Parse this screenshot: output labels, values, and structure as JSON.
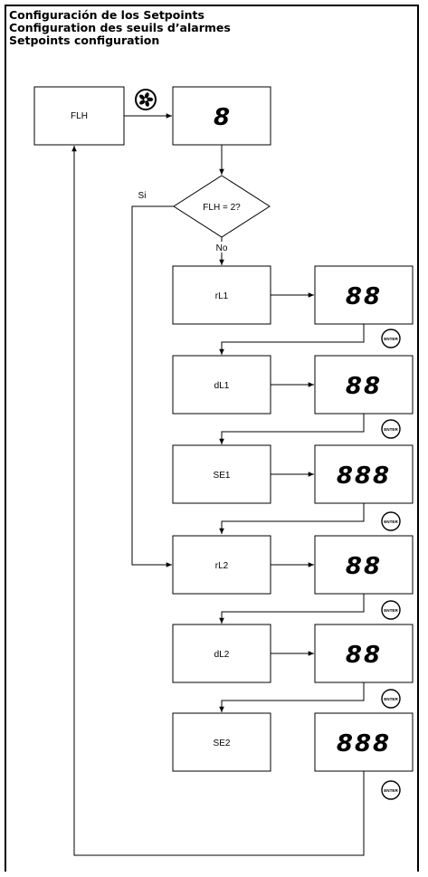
{
  "titles": {
    "line1": "Configuración de los Setpoints",
    "line2": "Configuration des seuils d’alarmes",
    "line3": "Setpoints configuration"
  },
  "flowchart": {
    "start_label": "FLH",
    "start_display": "8",
    "decision_label": "FLH = 2?",
    "branch_yes": "Si",
    "branch_no": "No",
    "enter_label": "ENTER",
    "fan_icon": "fan-symbol-icon",
    "enter_icon": "enter-key-icon",
    "params": [
      {
        "label": "rL1",
        "display": "88"
      },
      {
        "label": "dL1",
        "display": "88"
      },
      {
        "label": "SE1",
        "display": "888"
      },
      {
        "label": "rL2",
        "display": "88"
      },
      {
        "label": "dL2",
        "display": "88"
      },
      {
        "label": "SE2",
        "display": "888"
      }
    ]
  }
}
